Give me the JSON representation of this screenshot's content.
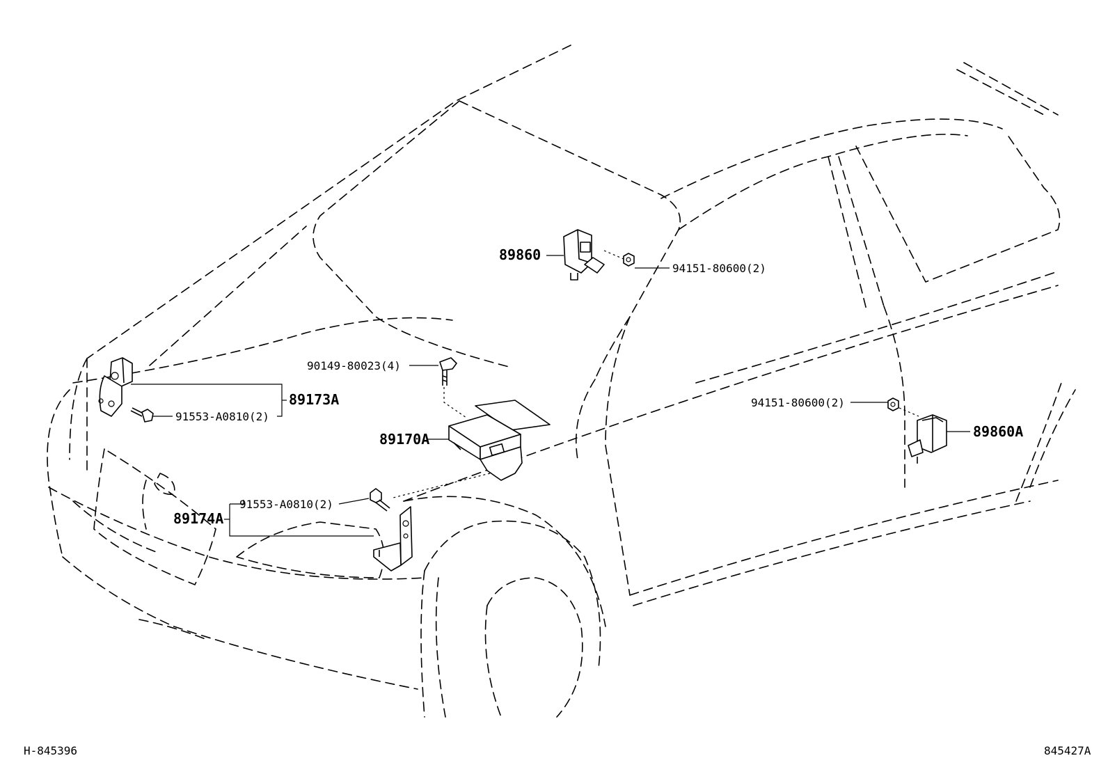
{
  "labels": {
    "sensor_center": "89860",
    "nut_center": "94151-80600(2)",
    "screw_module": "90149-80023(4)",
    "front_sensor_left": "89173A",
    "bolt_left_upper": "91553-A0810(2)",
    "module": "89170A",
    "bolt_lower": "91553-A0810(2)",
    "bracket": "89174A",
    "nut_side": "94151-80600(2)",
    "side_sensor": "89860A"
  },
  "footer": {
    "left_code": "H-845396",
    "right_code": "845427A"
  }
}
